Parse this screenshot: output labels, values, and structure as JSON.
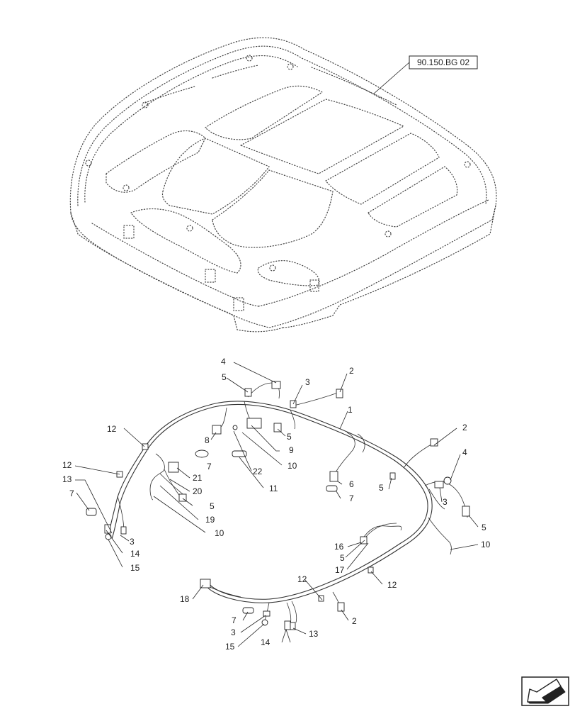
{
  "reference_label": "90.150.BG 02",
  "navigation_icon": "arrow-icon",
  "callouts": {
    "c1": "1",
    "c2a": "2",
    "c2b": "2",
    "c2c": "2",
    "c3a": "3",
    "c3b": "3",
    "c3c": "3",
    "c3d": "3",
    "c4a": "4",
    "c4b": "4",
    "c5a": "5",
    "c5b": "5",
    "c5c": "5",
    "c5d": "5",
    "c5e": "5",
    "c5f": "5",
    "c6": "6",
    "c7a": "7",
    "c7b": "7",
    "c7c": "7",
    "c7d": "7",
    "c8": "8",
    "c9": "9",
    "c10a": "10",
    "c10b": "10",
    "c10c": "10",
    "c11": "11",
    "c12a": "12",
    "c12b": "12",
    "c12c": "12",
    "c12d": "12",
    "c13a": "13",
    "c13b": "13",
    "c14a": "14",
    "c14b": "14",
    "c15a": "15",
    "c15b": "15",
    "c16": "16",
    "c17": "17",
    "c18": "18",
    "c19": "19",
    "c20": "20",
    "c21": "21",
    "c22": "22"
  }
}
